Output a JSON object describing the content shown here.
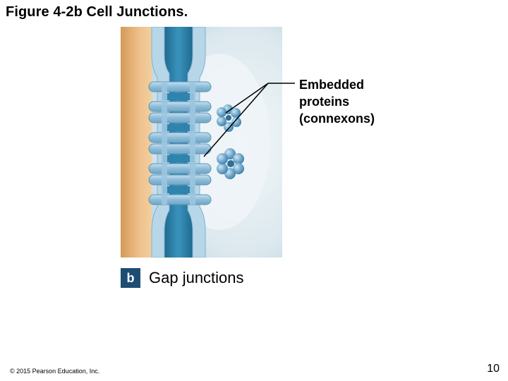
{
  "slide": {
    "title": "Figure 4-2b Cell Junctions.",
    "callout_lines": [
      "Embedded",
      "proteins",
      "(connexons)"
    ],
    "badge": "b",
    "caption": "Gap junctions",
    "copyright": "© 2015 Pearson Education, Inc.",
    "page_number": "10"
  },
  "colors": {
    "tissue": "#e8b879",
    "channel": "#2b7fa6",
    "membrane": "#9cc5df",
    "background_cell": "#dde9ee",
    "badge": "#1d4d73"
  }
}
